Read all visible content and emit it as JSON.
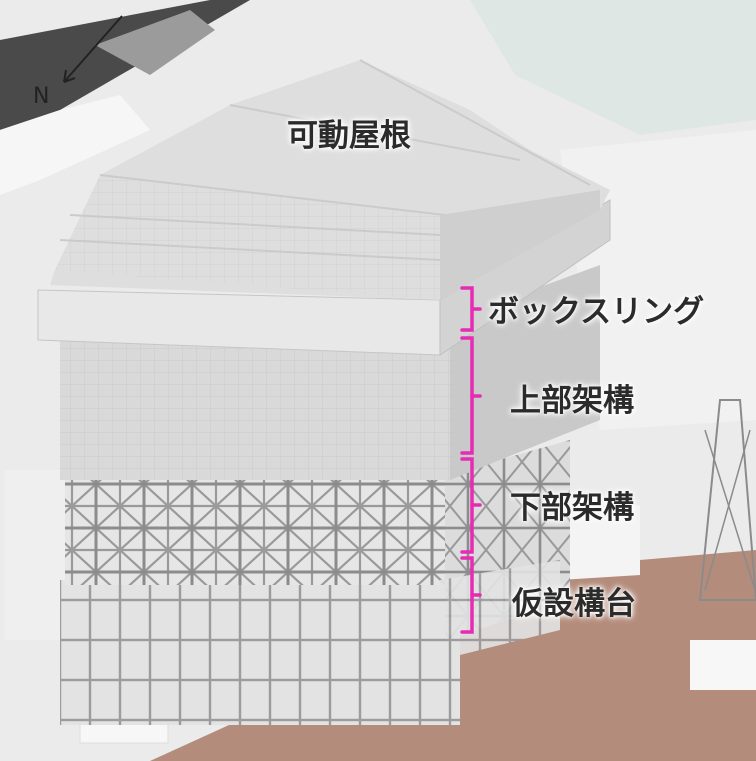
{
  "compass": {
    "north_label": "N"
  },
  "labels": {
    "movable_roof": "可動屋根",
    "box_ring": "ボックスリング",
    "upper_frame": "上部架構",
    "lower_frame": "下部架構",
    "temporary_platform": "仮設構台"
  },
  "colors": {
    "bracket": "#e62bb5",
    "ground": "#b48c7b",
    "road": "#4a4a4a",
    "structure": "#d9d9d9",
    "pool": "#dfe7e4"
  }
}
